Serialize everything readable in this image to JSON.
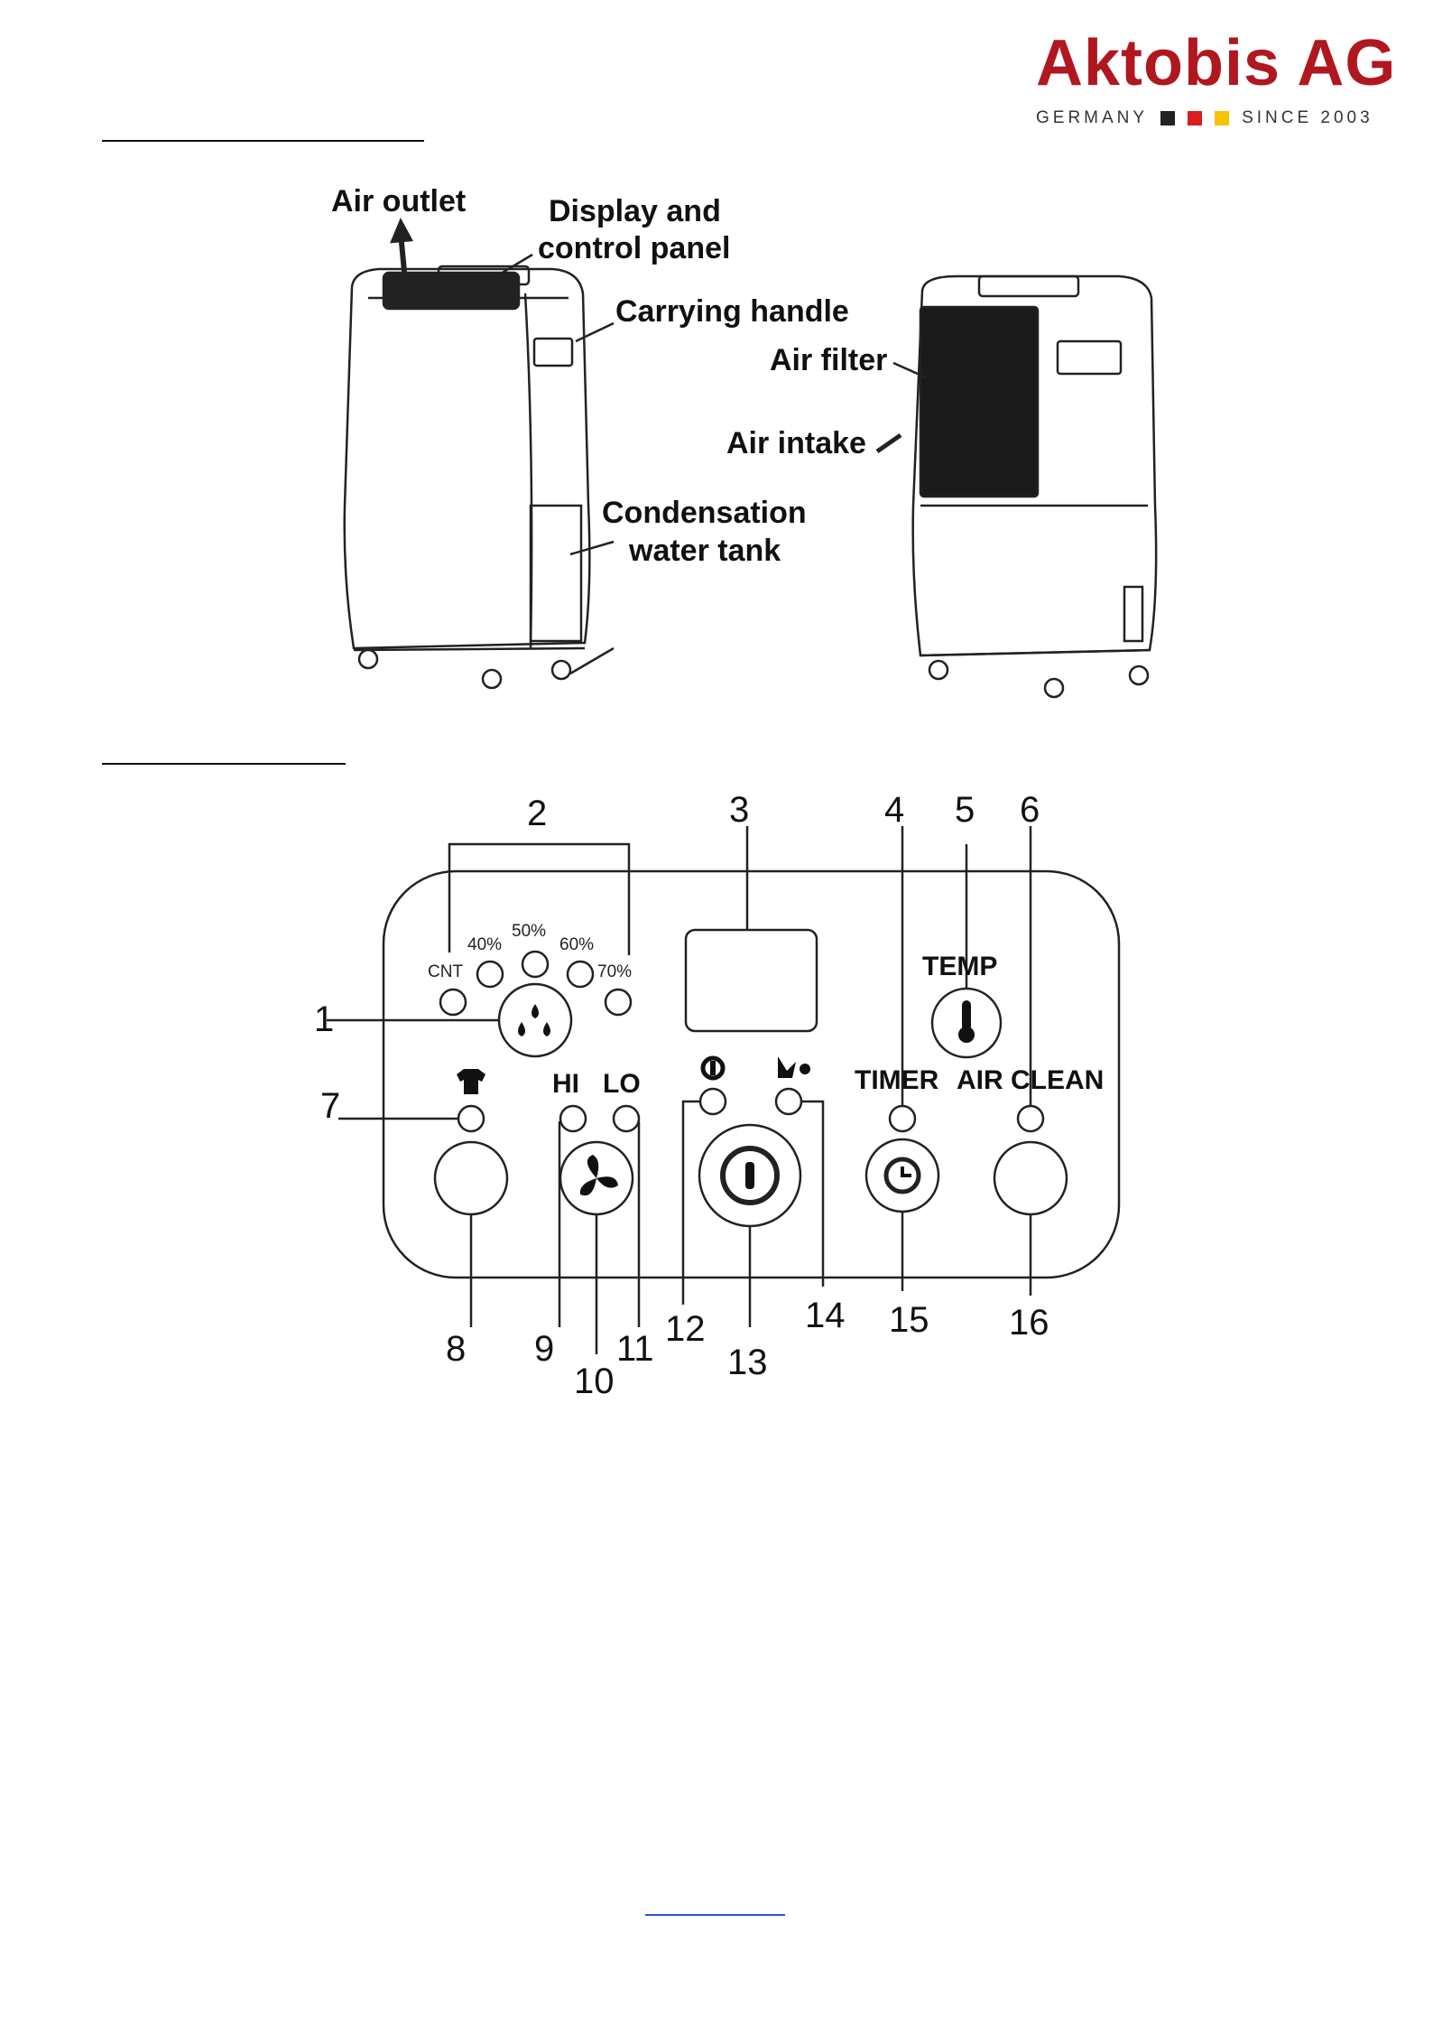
{
  "logo": {
    "name": "Aktobis AG",
    "left_text": "GERMANY",
    "right_text": "SINCE 2003",
    "flag_colors": [
      "#222222",
      "#d81e1e",
      "#f5c400"
    ]
  },
  "device_labels": {
    "air_outlet": "Air outlet",
    "display_line1": "Display and",
    "display_line2": "control panel",
    "carrying_handle": "Carrying handle",
    "air_filter": "Air filter",
    "air_intake": "Air intake",
    "tank_line1": "Condensation",
    "tank_line2": "water tank"
  },
  "panel": {
    "numbers": [
      "1",
      "2",
      "3",
      "4",
      "5",
      "6",
      "7",
      "8",
      "9",
      "10",
      "11",
      "12",
      "13",
      "14",
      "15",
      "16"
    ],
    "humidity_levels": [
      "CNT",
      "40%",
      "50%",
      "60%",
      "70%"
    ],
    "hi": "HI",
    "lo": "LO",
    "temp": "TEMP",
    "timer": "TIMER",
    "air_clean": "AIR CLEAN"
  }
}
